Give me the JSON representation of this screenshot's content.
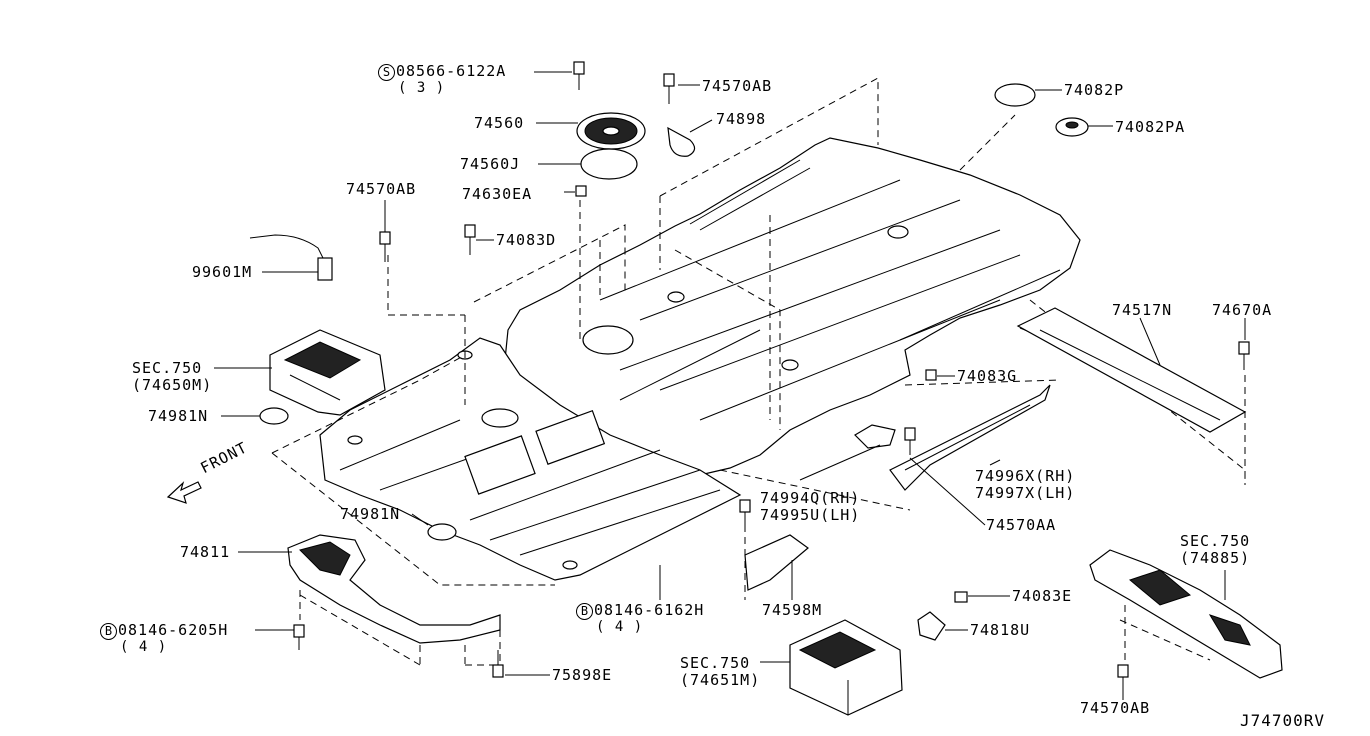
{
  "diagram_ref": "J74700RV",
  "labels": {
    "p1": "08566-6122A",
    "p1_sym": "S",
    "p1_qty": "( 3 )",
    "p2": "74570AB",
    "p3": "74560",
    "p4": "74898",
    "p5": "74560J",
    "p6": "74630EA",
    "p7": "74082P",
    "p8": "74082PA",
    "p9": "74570AB",
    "p10": "74083D",
    "p11": "99601M",
    "p12": "SEC.750",
    "p12b": "(74650M)",
    "p13": "74981N",
    "p14": "FRONT",
    "p15": "74517N",
    "p16": "74670A",
    "p17": "74083G",
    "p18": "74996X(RH)",
    "p18b": "74997X(LH)",
    "p19": "74994Q(RH)",
    "p19b": "74995U(LH)",
    "p20": "74570AA",
    "p21": "74981N",
    "p22": "74811",
    "p23": "08146-6162H",
    "p23_sym": "B",
    "p23_qty": "( 4 )",
    "p24": "74598M",
    "p25": "08146-6205H",
    "p25_sym": "B",
    "p25_qty": "( 4 )",
    "p26": "75898E",
    "p27": "SEC.750",
    "p27b": "(74651M)",
    "p28": "74083E",
    "p29": "74818U",
    "p30": "SEC.750",
    "p30b": "(74885)",
    "p31": "74570AB"
  }
}
